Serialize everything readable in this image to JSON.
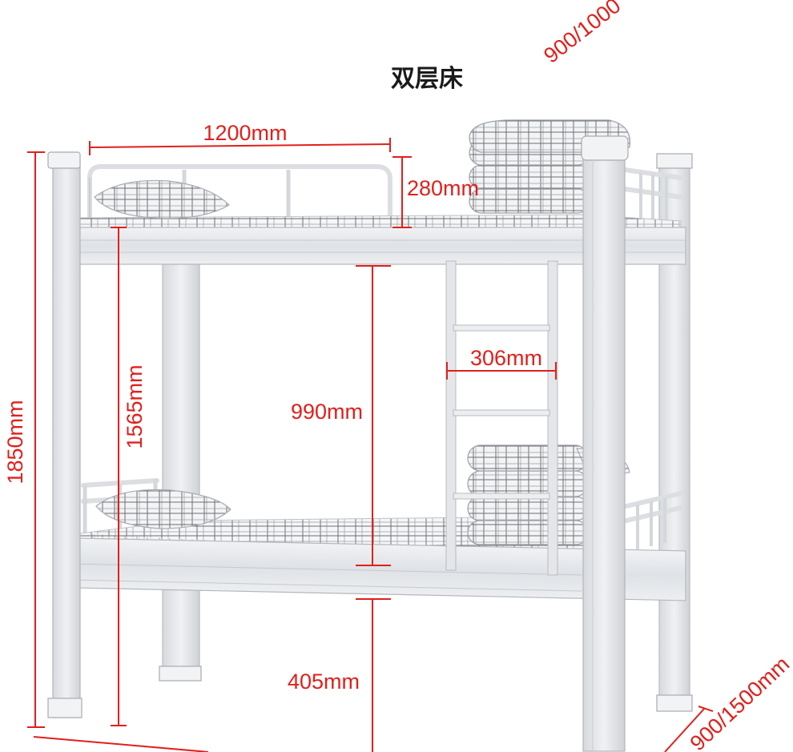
{
  "title": "双层床",
  "dimensions": {
    "length": "1200mm",
    "guard_height": "280mm",
    "ladder_width": "306mm",
    "upper_height": "1565mm",
    "total_height": "1850mm",
    "bed_gap": "990mm",
    "lower_height": "405mm",
    "width_top": "900/1000",
    "width_bottom": "900/1500mm"
  },
  "colors": {
    "dimension": "#e0201c",
    "frame": "#e9ebee",
    "text": "#1a1a1a"
  }
}
